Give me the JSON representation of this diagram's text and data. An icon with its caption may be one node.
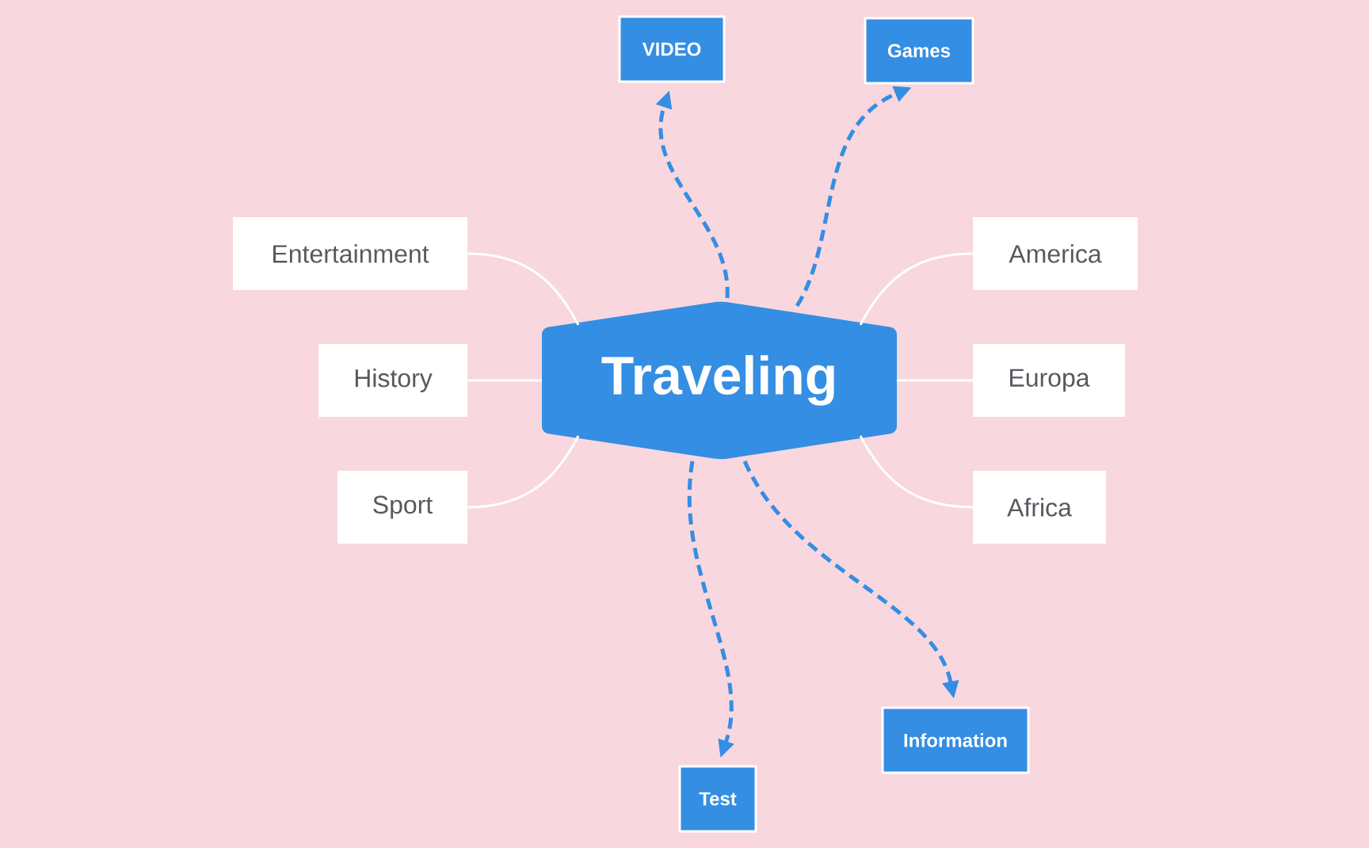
{
  "diagram": {
    "nodes": [
      {
        "text": [
          "Traveling"
        ]
      },
      {
        "text": [
          "Entertainment"
        ]
      },
      {
        "text": [
          "History"
        ]
      },
      {
        "text": [
          "Sport"
        ]
      },
      {
        "text": [
          "America"
        ]
      },
      {
        "text": [
          "Europa"
        ]
      },
      {
        "text": [
          "Africa"
        ]
      },
      {
        "text": [
          "VIDEO"
        ]
      },
      {
        "text": [
          "Games"
        ]
      },
      {
        "text": [
          "Test"
        ]
      },
      {
        "text": [
          "Information"
        ]
      }
    ],
    "edges": [
      {
        "from": 0,
        "to": 1,
        "arrow": "none"
      },
      {
        "from": 0,
        "to": 2,
        "arrow": "none"
      },
      {
        "from": 0,
        "to": 3,
        "arrow": "none"
      },
      {
        "from": 0,
        "to": 4,
        "arrow": "none"
      },
      {
        "from": 0,
        "to": 5,
        "arrow": "none"
      },
      {
        "from": 0,
        "to": 6,
        "arrow": "none"
      },
      {
        "from": 0,
        "to": 7,
        "arrow": "to",
        "style": "dashed",
        "color": "#348ee3"
      },
      {
        "from": 0,
        "to": 8,
        "arrow": "to",
        "style": "dashed",
        "color": "#348ee3"
      },
      {
        "from": 0,
        "to": 9,
        "arrow": "to",
        "style": "dashed",
        "color": "#348ee3"
      },
      {
        "from": 0,
        "to": 10,
        "arrow": "to",
        "style": "dashed",
        "color": "#348ee3"
      }
    ]
  }
}
